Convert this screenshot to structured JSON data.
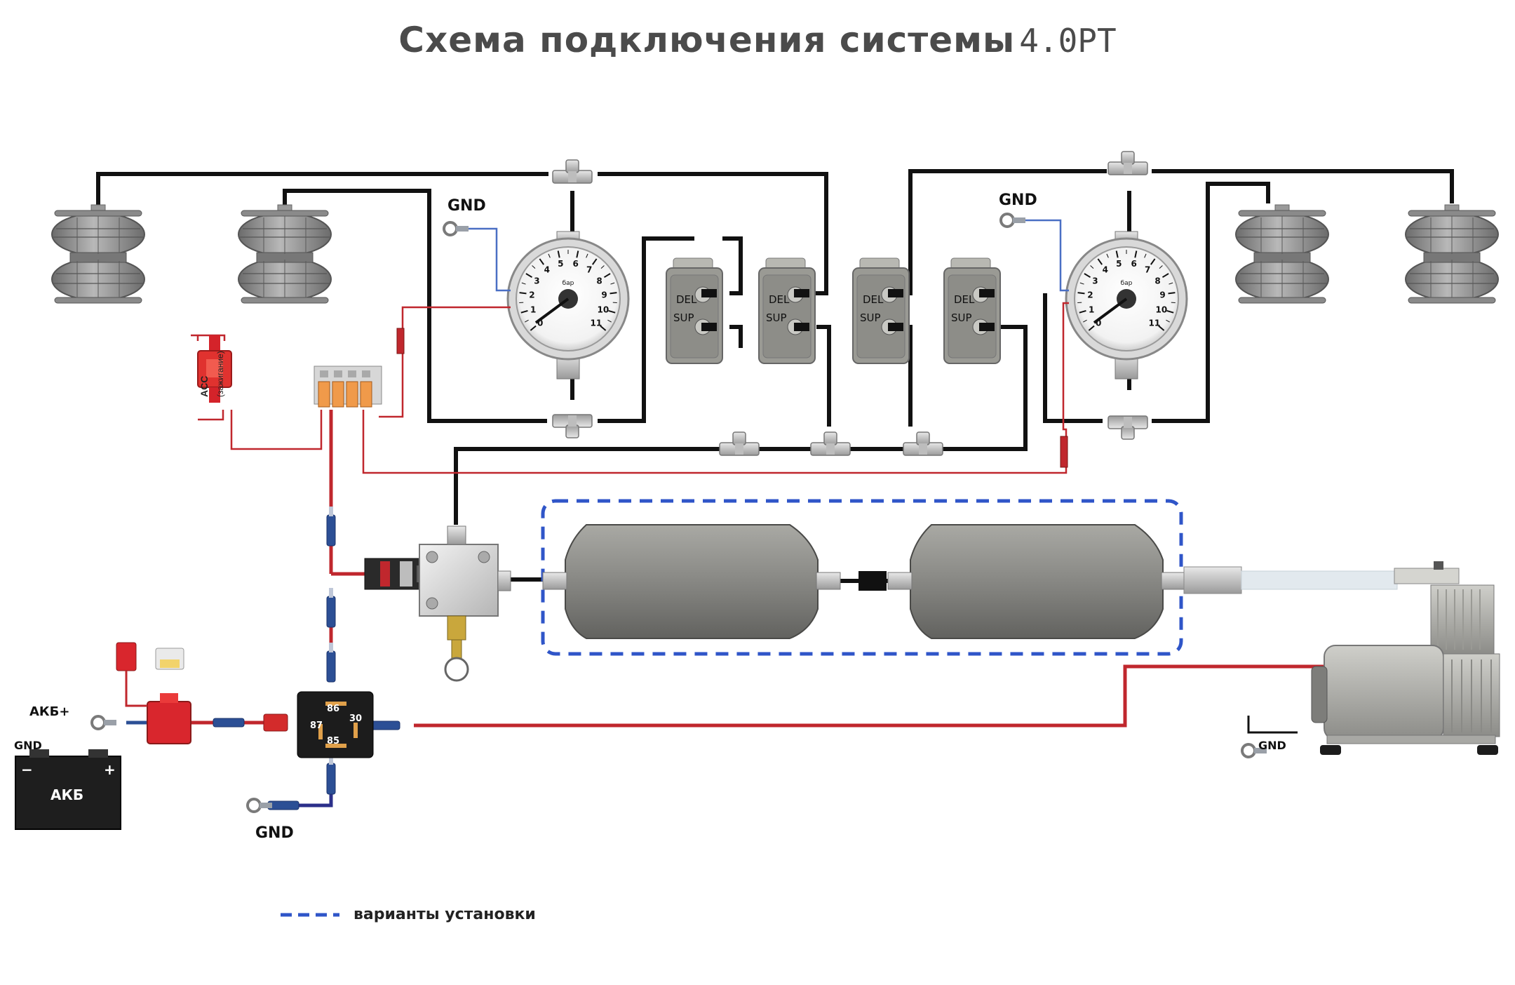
{
  "title": "Схема подключения системы",
  "brand": "4.0PT",
  "labels": {
    "gnd": "GND",
    "acc": "ACC",
    "acc_sub": "(зажигание)",
    "battery": "АКБ",
    "battery_plus": "АКБ+",
    "valve_del": "DEL",
    "valve_sup": "SUP",
    "relay_86": "86",
    "relay_87": "87",
    "relay_30": "30",
    "relay_85": "85",
    "batt_minus": "−",
    "batt_plus": "+",
    "gauge_unit": "бар",
    "gauge_ticks": [
      "0",
      "1",
      "2",
      "3",
      "4",
      "5",
      "6",
      "7",
      "8",
      "9",
      "10",
      "11"
    ]
  },
  "legend": {
    "dashed": "варианты установки"
  },
  "colors": {
    "air_line": "#111111",
    "power_red": "#c0272d",
    "signal_blue": "#4a6fc4",
    "ground_blue": "#2b2f8a",
    "dashed_blue": "#2f55c8",
    "component_gray": "#8e8e8e",
    "title_gray": "#4b4b4b"
  }
}
